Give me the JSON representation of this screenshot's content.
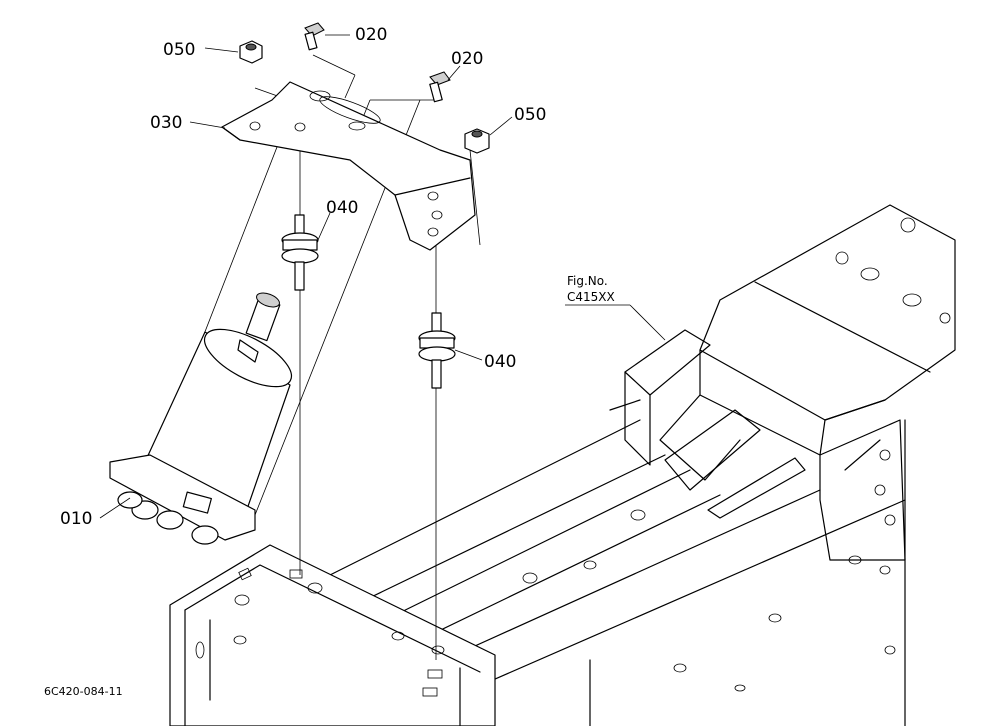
{
  "callouts": {
    "p010": "010",
    "p020a": "020",
    "p020b": "020",
    "p030": "030",
    "p040a": "040",
    "p040b": "040",
    "p050a": "050",
    "p050b": "050"
  },
  "fig_ref": {
    "label": "Fig.No.",
    "number": "C415XX"
  },
  "drawing_code": "6C420-084-11"
}
